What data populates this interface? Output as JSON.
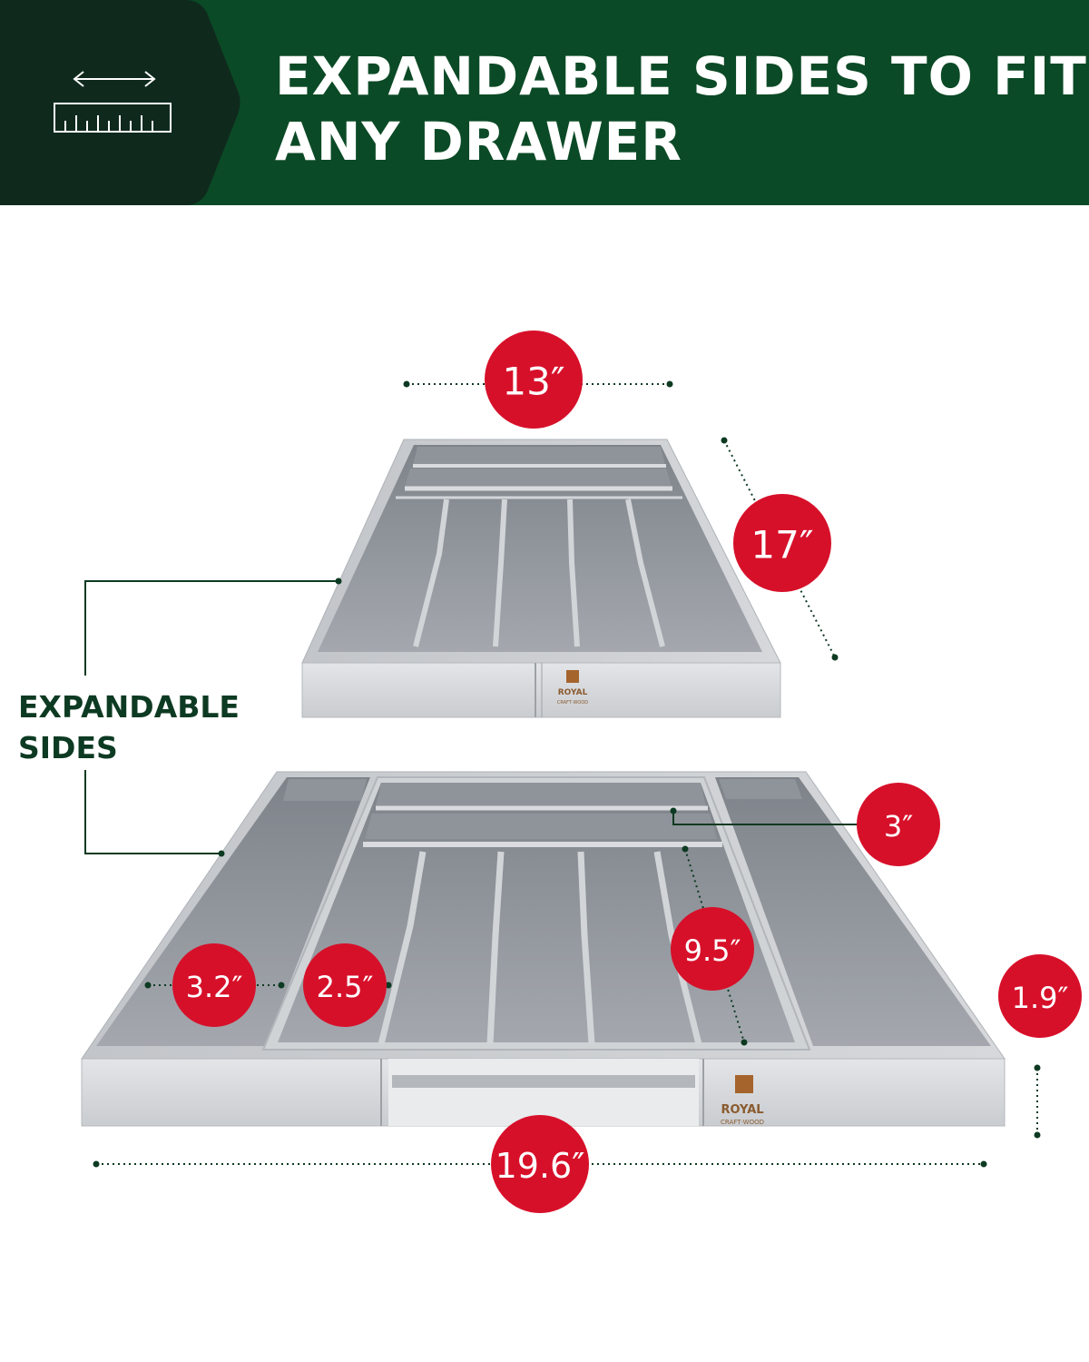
{
  "banner": {
    "title_line1": "EXPANDABLE SIDES TO FIT",
    "title_line2": "ANY DRAWER",
    "icon": "ruler-expand-icon",
    "colors": {
      "background": "#0b4a26",
      "icon_panel": "#0f2a1d",
      "text": "#ffffff"
    }
  },
  "callout": {
    "line1": "EXPANDABLE",
    "line2": "SIDES"
  },
  "dimensions": {
    "top_width": "13″",
    "top_depth": "17″",
    "expanded_width": "19.6″",
    "height": "1.9″",
    "long_slot_width": "3″",
    "side_bin_width": "3.2″",
    "utensil_slot_width": "2.5″",
    "utensil_slot_length": "9.5″"
  },
  "brand": {
    "name": "ROYAL",
    "tagline": "CRAFT·WOOD"
  },
  "colors": {
    "badge": "#d7102a",
    "leader_line": "#0d3a22",
    "tray_body": "#c6c9cd",
    "tray_inner": "#8a8e94"
  }
}
